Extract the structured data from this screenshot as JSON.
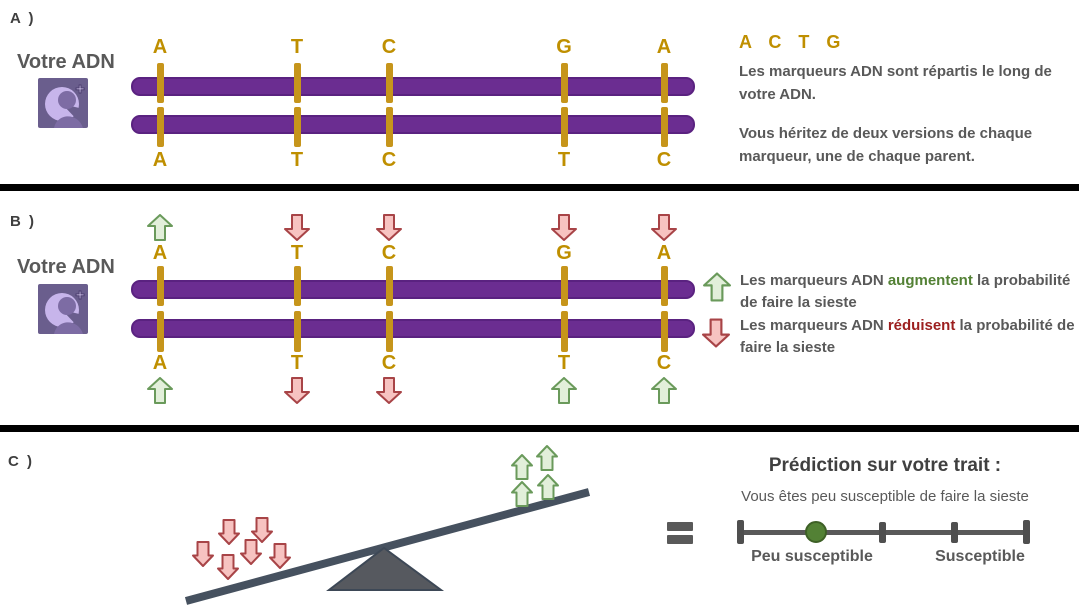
{
  "colors": {
    "chromosome_purple": "#6B2D91",
    "marker_gold": "#C6951B",
    "allele_gold": "#BF8F00",
    "text_gray": "#595959",
    "increase_green_fill": "#E2EFDA",
    "increase_green_stroke": "#6A9A5B",
    "decrease_red_fill": "#F7C3C1",
    "decrease_red_stroke": "#A84447",
    "keyword_green": "#538135",
    "keyword_red": "#9C1F1F",
    "dot_green": "#538135",
    "seesaw_gray": "#46515F"
  },
  "panelA": {
    "label": "A )",
    "dna_label": "Votre ADN",
    "top_alleles": [
      "A",
      "T",
      "C",
      "G",
      "A"
    ],
    "bottom_alleles": [
      "A",
      "T",
      "C",
      "T",
      "C"
    ],
    "heading": "A C T G",
    "para1": "Les marqueurs ADN sont répartis le long de votre ADN.",
    "para2": "Vous héritez de deux versions de chaque marqueur, une de chaque parent."
  },
  "panelB": {
    "label": "B )",
    "dna_label": "Votre ADN",
    "top_alleles": [
      "A",
      "T",
      "C",
      "G",
      "A"
    ],
    "bottom_alleles": [
      "A",
      "T",
      "C",
      "T",
      "C"
    ],
    "top_effects": [
      "up",
      "down",
      "down",
      "down",
      "down"
    ],
    "bottom_effects": [
      "up",
      "down",
      "down",
      "up",
      "up"
    ],
    "legend": {
      "increase": {
        "prefix": "Les marqueurs ADN ",
        "keyword": "augmentent",
        "suffix": " la probabilité de faire la sieste"
      },
      "decrease": {
        "prefix": "Les marqueurs ADN ",
        "keyword": "réduisent",
        "suffix": " la probabilité de faire la sieste"
      }
    }
  },
  "panelC": {
    "label": "C )",
    "balance": {
      "decrease_arrow_count": 6,
      "increase_arrow_count": 4,
      "tilt": "left-side-down"
    },
    "equals_icon": "=",
    "prediction_title": "Prédiction sur votre trait :",
    "prediction_subtitle": "Vous êtes peu susceptible de faire la sieste",
    "scale": {
      "left_label": "Peu susceptible",
      "right_label": "Susceptible",
      "dot_position_pct": 26
    }
  }
}
